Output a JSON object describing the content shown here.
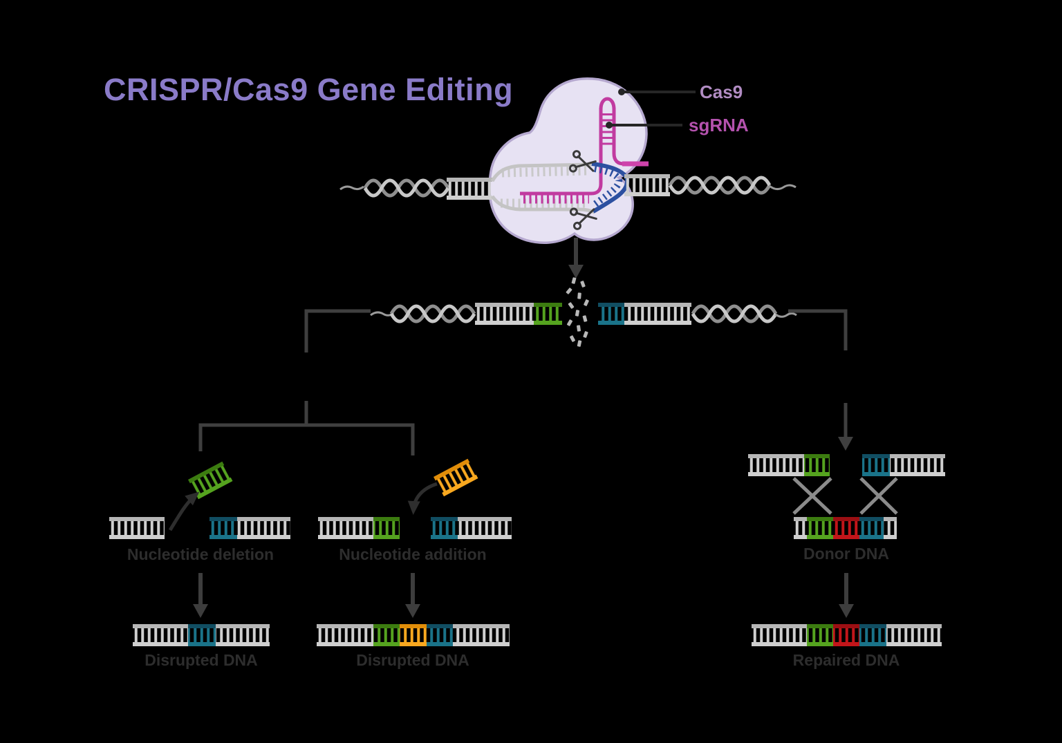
{
  "title": "CRISPR/Cas9 Gene Editing",
  "complex": {
    "cas9_label": "Cas9",
    "sgrna_label": "sgRNA"
  },
  "branches": {
    "deletion": {
      "label": "Nucleotide deletion",
      "result_label": "Disrupted DNA"
    },
    "addition": {
      "label": "Nucleotide addition",
      "result_label": "Disrupted DNA"
    },
    "donor": {
      "label": "Donor DNA",
      "result_label": "Repaired DNA"
    }
  },
  "colors": {
    "title": "#8a7bc8",
    "cas9_label": "#b18cc3",
    "sgrna_label": "#b452ae",
    "cas9_blob": "#e7e2f3",
    "cas9_blob_outline": "#b5a8cf",
    "sgrna_strand": "#c13ba0",
    "pam_strand_blue": "#2c50a0",
    "dna_gray": "#cfcfcf",
    "insert_green": "#55a31f",
    "insert_teal": "#1a7389",
    "insert_orange": "#f9a81f",
    "insert_red": "#c2151a",
    "connector": "#3f3f3f",
    "figure_text": "#2d2d2d"
  }
}
